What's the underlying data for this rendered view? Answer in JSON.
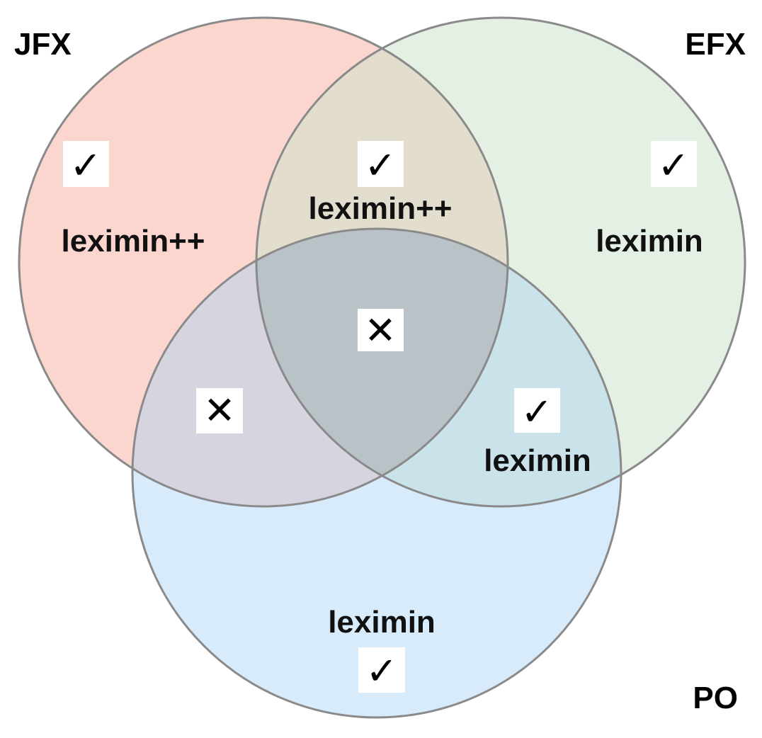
{
  "sets": {
    "jfx": {
      "name": "JFX",
      "color": "#f8b5a6"
    },
    "efx": {
      "name": "EFX",
      "color": "#cfe3cd"
    },
    "po": {
      "name": "PO",
      "color": "#a9d3f5"
    }
  },
  "regions": {
    "jfx_only": {
      "label": "leximin++",
      "mark": "check"
    },
    "jfx_efx": {
      "label": "leximin++",
      "mark": "check"
    },
    "efx_only": {
      "label": "leximin",
      "mark": "check"
    },
    "all_three": {
      "label": "",
      "mark": "cross"
    },
    "jfx_po": {
      "label": "",
      "mark": "cross"
    },
    "efx_po": {
      "label": "leximin",
      "mark": "check"
    },
    "po_only": {
      "label": "leximin",
      "mark": "check"
    }
  },
  "glyphs": {
    "check": "✓",
    "cross": "✕"
  }
}
